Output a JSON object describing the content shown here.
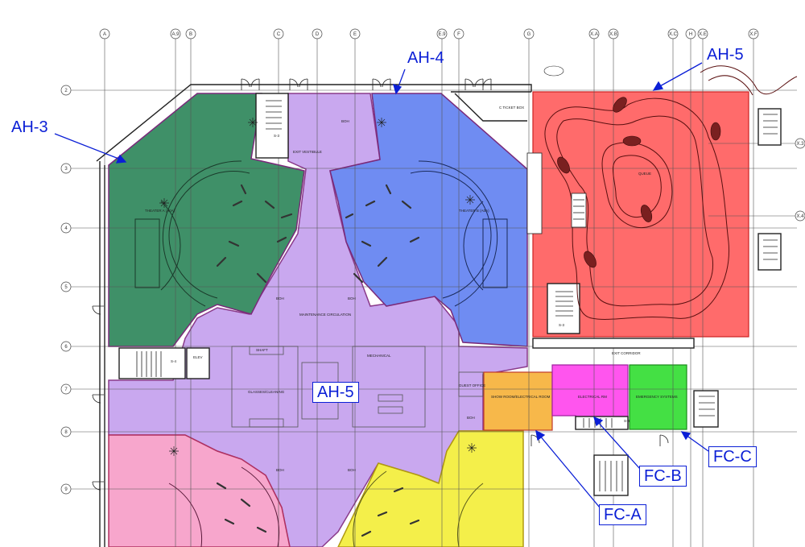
{
  "grid": {
    "columns": [
      "A",
      "A.9",
      "B",
      "C",
      "D",
      "E",
      "E.9",
      "F",
      "G",
      "X.A",
      "X.B",
      "X.C",
      "H",
      "X.E",
      "X.F"
    ],
    "rows": [
      "2",
      "3",
      "4",
      "5",
      "6",
      "7",
      "8",
      "9"
    ],
    "right_rows": [
      "X.3",
      "X.4"
    ]
  },
  "zones": {
    "ah3": {
      "label": "AH-3",
      "color": "#2e8b57"
    },
    "ah4": {
      "label": "AH-4",
      "color": "#3b63f0"
    },
    "ah5_top": {
      "label": "AH-5",
      "color": "#ff3b3b"
    },
    "ah5_center": {
      "label": "AH-5",
      "color": "#c9a8ef"
    },
    "fca": {
      "label": "FC-A",
      "color": "#f7b84a"
    },
    "fcb": {
      "label": "FC-B",
      "color": "#ff55ee"
    },
    "fcc": {
      "label": "FC-C",
      "color": "#33dd33"
    },
    "pink": {
      "color": "#f7a6cc"
    },
    "yellow": {
      "color": "#f4ef4a"
    }
  },
  "room_tags": {
    "theater_a": "THEATER A (A0A)",
    "theater_b": "THEATER B (A0A)",
    "exit_vestibule": "EXIT VESTIBULE",
    "boh_top": "BOH",
    "ticket": "C TICKET BOX",
    "maintenance": "MAINTENANCE CIRCULATION",
    "glasses": "GLASSES/CLEANING",
    "mechanical": "MECHANICAL",
    "shaft": "SHAFT",
    "guest_office": "GUEST OFFICE",
    "show_room": "SHOW ROOM/ELECTRICAL ROOM",
    "electrical": "ELECTRICAL RM",
    "emergency": "EMERGENCY SYSTEMS",
    "exit_corridor": "EXIT CORRIDOR",
    "elev": "ELEV",
    "s4": "S-4",
    "s3": "S-3",
    "boh": "BOH",
    "queue": "QUEUE"
  }
}
